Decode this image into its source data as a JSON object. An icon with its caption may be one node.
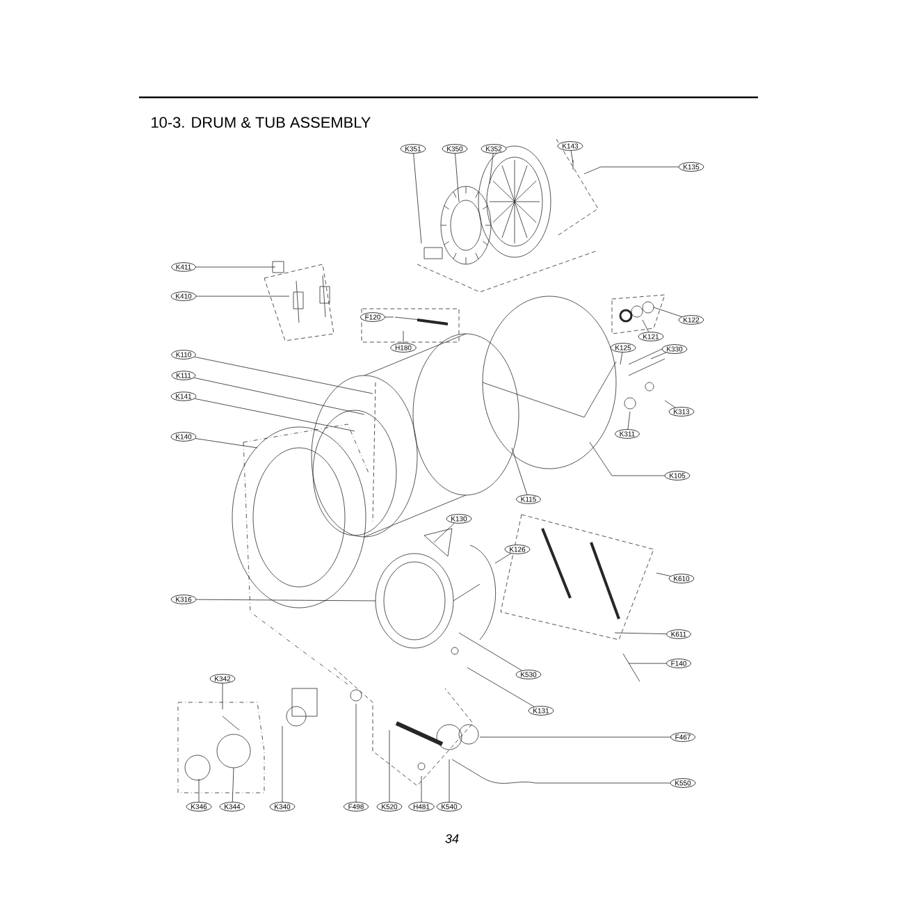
{
  "diagram": {
    "title": "10-3. DRUM & TUB ASSEMBLY",
    "nodes": [
      {
        "text": [
          "K351"
        ]
      },
      {
        "text": [
          "K350"
        ]
      },
      {
        "text": [
          "K352"
        ]
      },
      {
        "text": [
          "K143"
        ]
      },
      {
        "text": [
          "K135"
        ]
      },
      {
        "text": [
          "K411"
        ]
      },
      {
        "text": [
          "K410"
        ]
      },
      {
        "text": [
          "F120"
        ]
      },
      {
        "text": [
          "H180"
        ]
      },
      {
        "text": [
          "K110"
        ]
      },
      {
        "text": [
          "K111"
        ]
      },
      {
        "text": [
          "K141"
        ]
      },
      {
        "text": [
          "K140"
        ]
      },
      {
        "text": [
          "K316"
        ]
      },
      {
        "text": [
          "K122"
        ]
      },
      {
        "text": [
          "K121"
        ]
      },
      {
        "text": [
          "K125"
        ]
      },
      {
        "text": [
          "K330"
        ]
      },
      {
        "text": [
          "K313"
        ]
      },
      {
        "text": [
          "K311"
        ]
      },
      {
        "text": [
          "K105"
        ]
      },
      {
        "text": [
          "K115"
        ]
      },
      {
        "text": [
          "K130"
        ]
      },
      {
        "text": [
          "K126"
        ]
      },
      {
        "text": [
          "K530"
        ]
      },
      {
        "text": [
          "K131"
        ]
      },
      {
        "text": [
          "K610"
        ]
      },
      {
        "text": [
          "K611"
        ]
      },
      {
        "text": [
          "F140"
        ]
      },
      {
        "text": [
          "F467"
        ]
      },
      {
        "text": [
          "K550"
        ]
      },
      {
        "text": [
          "K342"
        ]
      },
      {
        "text": [
          "K346"
        ]
      },
      {
        "text": [
          "K344"
        ]
      },
      {
        "text": [
          "K340"
        ]
      },
      {
        "text": [
          "F498"
        ]
      },
      {
        "text": [
          "K520"
        ]
      },
      {
        "text": [
          "H481"
        ]
      },
      {
        "text": [
          "K540"
        ]
      }
    ],
    "edges": [
      {
        "from": 0,
        "to": null,
        "arrow": "none"
      },
      {
        "from": 1,
        "to": null,
        "arrow": "none"
      },
      {
        "from": 2,
        "to": null,
        "arrow": "none"
      },
      {
        "from": 3,
        "to": null,
        "arrow": "none"
      },
      {
        "from": 4,
        "to": null,
        "arrow": "none"
      },
      {
        "from": 5,
        "to": null,
        "arrow": "none"
      },
      {
        "from": 6,
        "to": null,
        "arrow": "none"
      },
      {
        "from": 7,
        "to": null,
        "arrow": "none"
      },
      {
        "from": 8,
        "to": null,
        "arrow": "none"
      },
      {
        "from": 9,
        "to": null,
        "arrow": "none"
      },
      {
        "from": 10,
        "to": null,
        "arrow": "none"
      },
      {
        "from": 11,
        "to": null,
        "arrow": "none"
      },
      {
        "from": 12,
        "to": null,
        "arrow": "none"
      },
      {
        "from": 13,
        "to": null,
        "arrow": "none"
      },
      {
        "from": 14,
        "to": null,
        "arrow": "none"
      },
      {
        "from": 15,
        "to": null,
        "arrow": "none"
      },
      {
        "from": 16,
        "to": null,
        "arrow": "none"
      },
      {
        "from": 17,
        "to": null,
        "arrow": "none"
      },
      {
        "from": 18,
        "to": null,
        "arrow": "none"
      },
      {
        "from": 19,
        "to": null,
        "arrow": "none"
      },
      {
        "from": 20,
        "to": null,
        "arrow": "none"
      },
      {
        "from": 21,
        "to": null,
        "arrow": "none"
      },
      {
        "from": 22,
        "to": null,
        "arrow": "none"
      },
      {
        "from": 23,
        "to": null,
        "arrow": "none"
      },
      {
        "from": 24,
        "to": null,
        "arrow": "none"
      },
      {
        "from": 25,
        "to": null,
        "arrow": "none"
      },
      {
        "from": 26,
        "to": null,
        "arrow": "none"
      },
      {
        "from": 27,
        "to": null,
        "arrow": "none"
      },
      {
        "from": 28,
        "to": null,
        "arrow": "none"
      },
      {
        "from": 29,
        "to": null,
        "arrow": "none"
      },
      {
        "from": 30,
        "to": null,
        "arrow": "none"
      },
      {
        "from": 31,
        "to": null,
        "arrow": "none"
      },
      {
        "from": 32,
        "to": null,
        "arrow": "none"
      },
      {
        "from": 33,
        "to": null,
        "arrow": "none"
      },
      {
        "from": 34,
        "to": null,
        "arrow": "none"
      },
      {
        "from": 35,
        "to": null,
        "arrow": "none"
      },
      {
        "from": 36,
        "to": null,
        "arrow": "none"
      },
      {
        "from": 37,
        "to": null,
        "arrow": "none"
      },
      {
        "from": 38,
        "to": null,
        "arrow": "none"
      }
    ],
    "labels": [
      "34"
    ]
  }
}
